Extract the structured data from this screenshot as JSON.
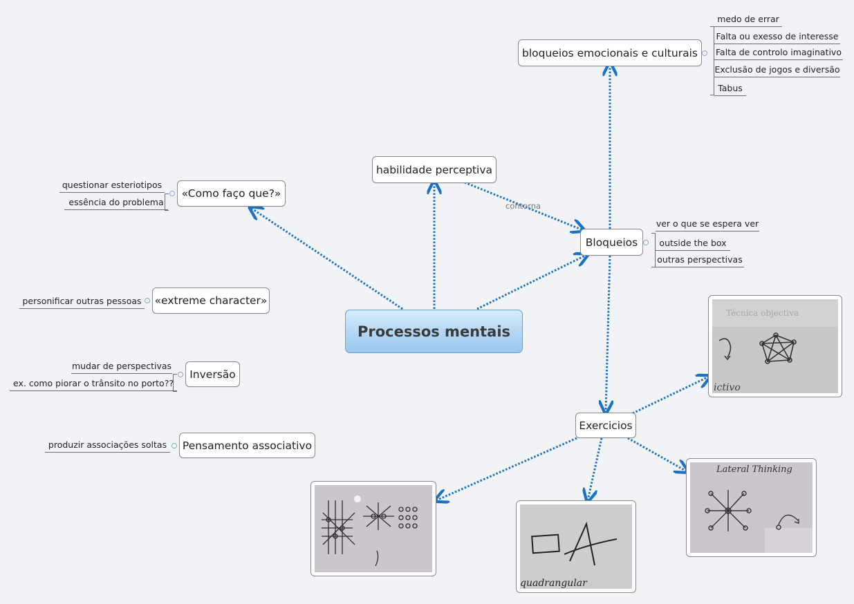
{
  "central": "Processos mentais",
  "topics": {
    "habilidade": "habilidade perceptiva",
    "bloqueios": "Bloqueios",
    "emocionais": "bloqueios emocionais e culturais",
    "exercicios": "Exercicios",
    "como_faco": "«Como faço que?»",
    "extreme": "«extreme character»",
    "inversao": "Inversão",
    "associativo": "Pensamento associativo"
  },
  "relationship_label": "contorna",
  "subtopics": {
    "emocionais": [
      "medo de errar",
      "Falta ou exesso de interesse",
      "Falta de controlo imaginativo",
      "Exclusão de jogos e diversão",
      "Tabus"
    ],
    "bloqueios": [
      "ver o que se espera ver",
      "outside the box",
      "outras perspectivas"
    ],
    "como_faco": [
      "questionar esteriotipos",
      "essência do problema"
    ],
    "extreme": [
      "personificar outras pessoas"
    ],
    "inversao": [
      "mudar de perspectivas",
      "ex. como piorar o trânsito no porto??"
    ],
    "associativo": [
      "produzir associações soltas"
    ]
  },
  "photo_notes": {
    "photo1": [
      "Técnica objectiva",
      "ictivo"
    ],
    "photo2": [
      "Lateral Thinking"
    ],
    "photo3": [
      "quadrangular"
    ]
  },
  "colors": {
    "connector": "#1a72c4",
    "central_fill": "#b2d6f4",
    "node_border": "#8a8a8a"
  }
}
